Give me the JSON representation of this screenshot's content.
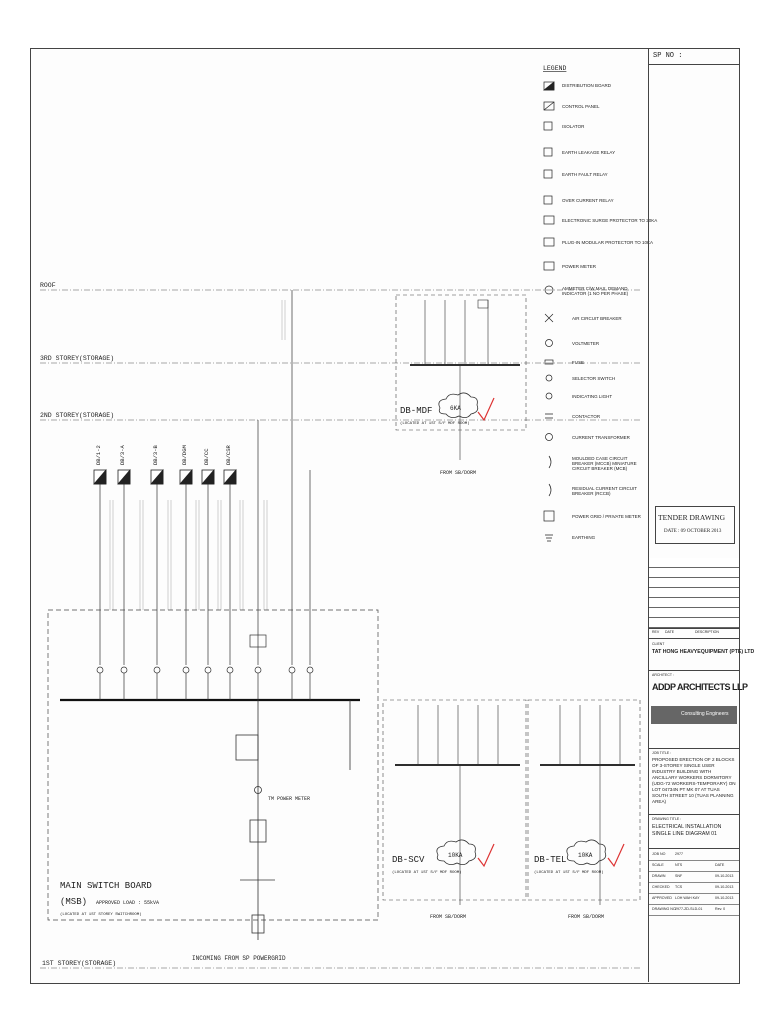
{
  "sheet": {
    "sp_no": "SP NO :",
    "tender": "TENDER DRAWING",
    "tender_date": "DATE : 09 OCTOBER 2013"
  },
  "floors": [
    {
      "label": "ROOF"
    },
    {
      "label": "3RD STOREY(STORAGE)"
    },
    {
      "label": "2ND STOREY(STORAGE)"
    },
    {
      "label": "1ST STOREY(STORAGE)"
    }
  ],
  "legend": {
    "title": "LEGEND",
    "items": [
      "DISTRIBUTION BOARD",
      "CONTROL PANEL",
      "ISOLATOR",
      "EARTH LEAKAGE RELAY",
      "EARTH FAULT RELAY",
      "OVER CURRENT RELAY",
      "ELECTRONIC SURGE PROTECTOR TO 20KA",
      "PLUG-IN MODULAR PROTECTOR TO 10KA",
      "POWER METER",
      "AMMETER C/W MAX. DEMAND INDICATOR (1 NO PER PHASE)",
      "AIR CIRCUIT BREAKER",
      "VOLTMETER",
      "FUSE",
      "SELECTOR SWITCH",
      "INDICATING LIGHT",
      "CONTACTOR",
      "CURRENT TRANSFORMER",
      "MOULDED CASE CIRCUIT BREAKER (MCCB) MINIATURE CIRCUIT BREAKER (MCB)",
      "RESIDUAL CURRENT CIRCUIT BREAKER (RCCB)",
      "POWER GRID / PRIVATE METER",
      "EARTHING"
    ]
  },
  "riser_labels": [
    "DB/1-2",
    "DB/3-A",
    "DB/3-B",
    "DB/DGM",
    "DB/CC",
    "DB/CSR"
  ],
  "boards": {
    "mdf": {
      "name": "DB-MDF",
      "loc": "(LOCATED AT 1ST S/F MDF ROOM)",
      "cloud": "6KA",
      "from": "FROM SB/DORM"
    },
    "scv": {
      "name": "DB-SCV",
      "loc": "(LOCATED AT 1ST S/F MDF ROOM)",
      "cloud": "10KA",
      "from": "FROM SB/DORM"
    },
    "tel": {
      "name": "DB-TEL",
      "loc": "(LOCATED AT 1ST S/F MDF ROOM)",
      "cloud": "10KA",
      "from": "FROM SB/DORM"
    }
  },
  "msb": {
    "title": "MAIN SWITCH BOARD",
    "abbr": "(MSB)",
    "load": "APPROVED LOAD : 55kVA",
    "location": "(LOCATED AT 1ST STOREY SWITCHROOM)",
    "incoming": "INCOMING FROM SP POWERGRID",
    "power_meter": "TM POWER METER"
  },
  "title_block": {
    "rev_headers": [
      "REV",
      "DATE",
      "DESCRIPTION"
    ],
    "client_label": "CLIENT",
    "client": "TAT HONG HEAVYEQUIPMENT (PTE) LTD",
    "architect_label": "ARCHITECT :",
    "architect": "ADDP ARCHITECTS LLP",
    "consultant": "Consulting Engineers",
    "job_label": "JOB TITLE :",
    "job": "PROPOSED ERECTION OF 2 BLOCKS OF 3-STOREY SINGLE USER INDUSTRY BUILDING WITH ANCILLARY WORKERS DORMITORY (UDG-72 WORKERS-TEMPORARY) ON LOT 04734N PT MK 07 AT TUAS SOUTH STREET 10 (TUAS PLANNING AREA)",
    "drawing_label": "DRAWING TITLE :",
    "drawing": "ELECTRICAL INSTALLATION SINGLE LINE DIAGRAM 01",
    "rows": [
      [
        "JOB NO",
        "2977",
        ""
      ],
      [
        "SCALE",
        "NTS",
        "DATE"
      ],
      [
        "DRAWN",
        "SNF",
        "09-10-2013"
      ],
      [
        "CHECKED",
        "TCS",
        "09-10-2013"
      ],
      [
        "APPROVED",
        "LOH WAH KAY",
        "09-10-2013"
      ],
      [
        "DRAWING NO",
        "2977-ZD-SLD-01",
        "Rev. 0"
      ]
    ]
  }
}
